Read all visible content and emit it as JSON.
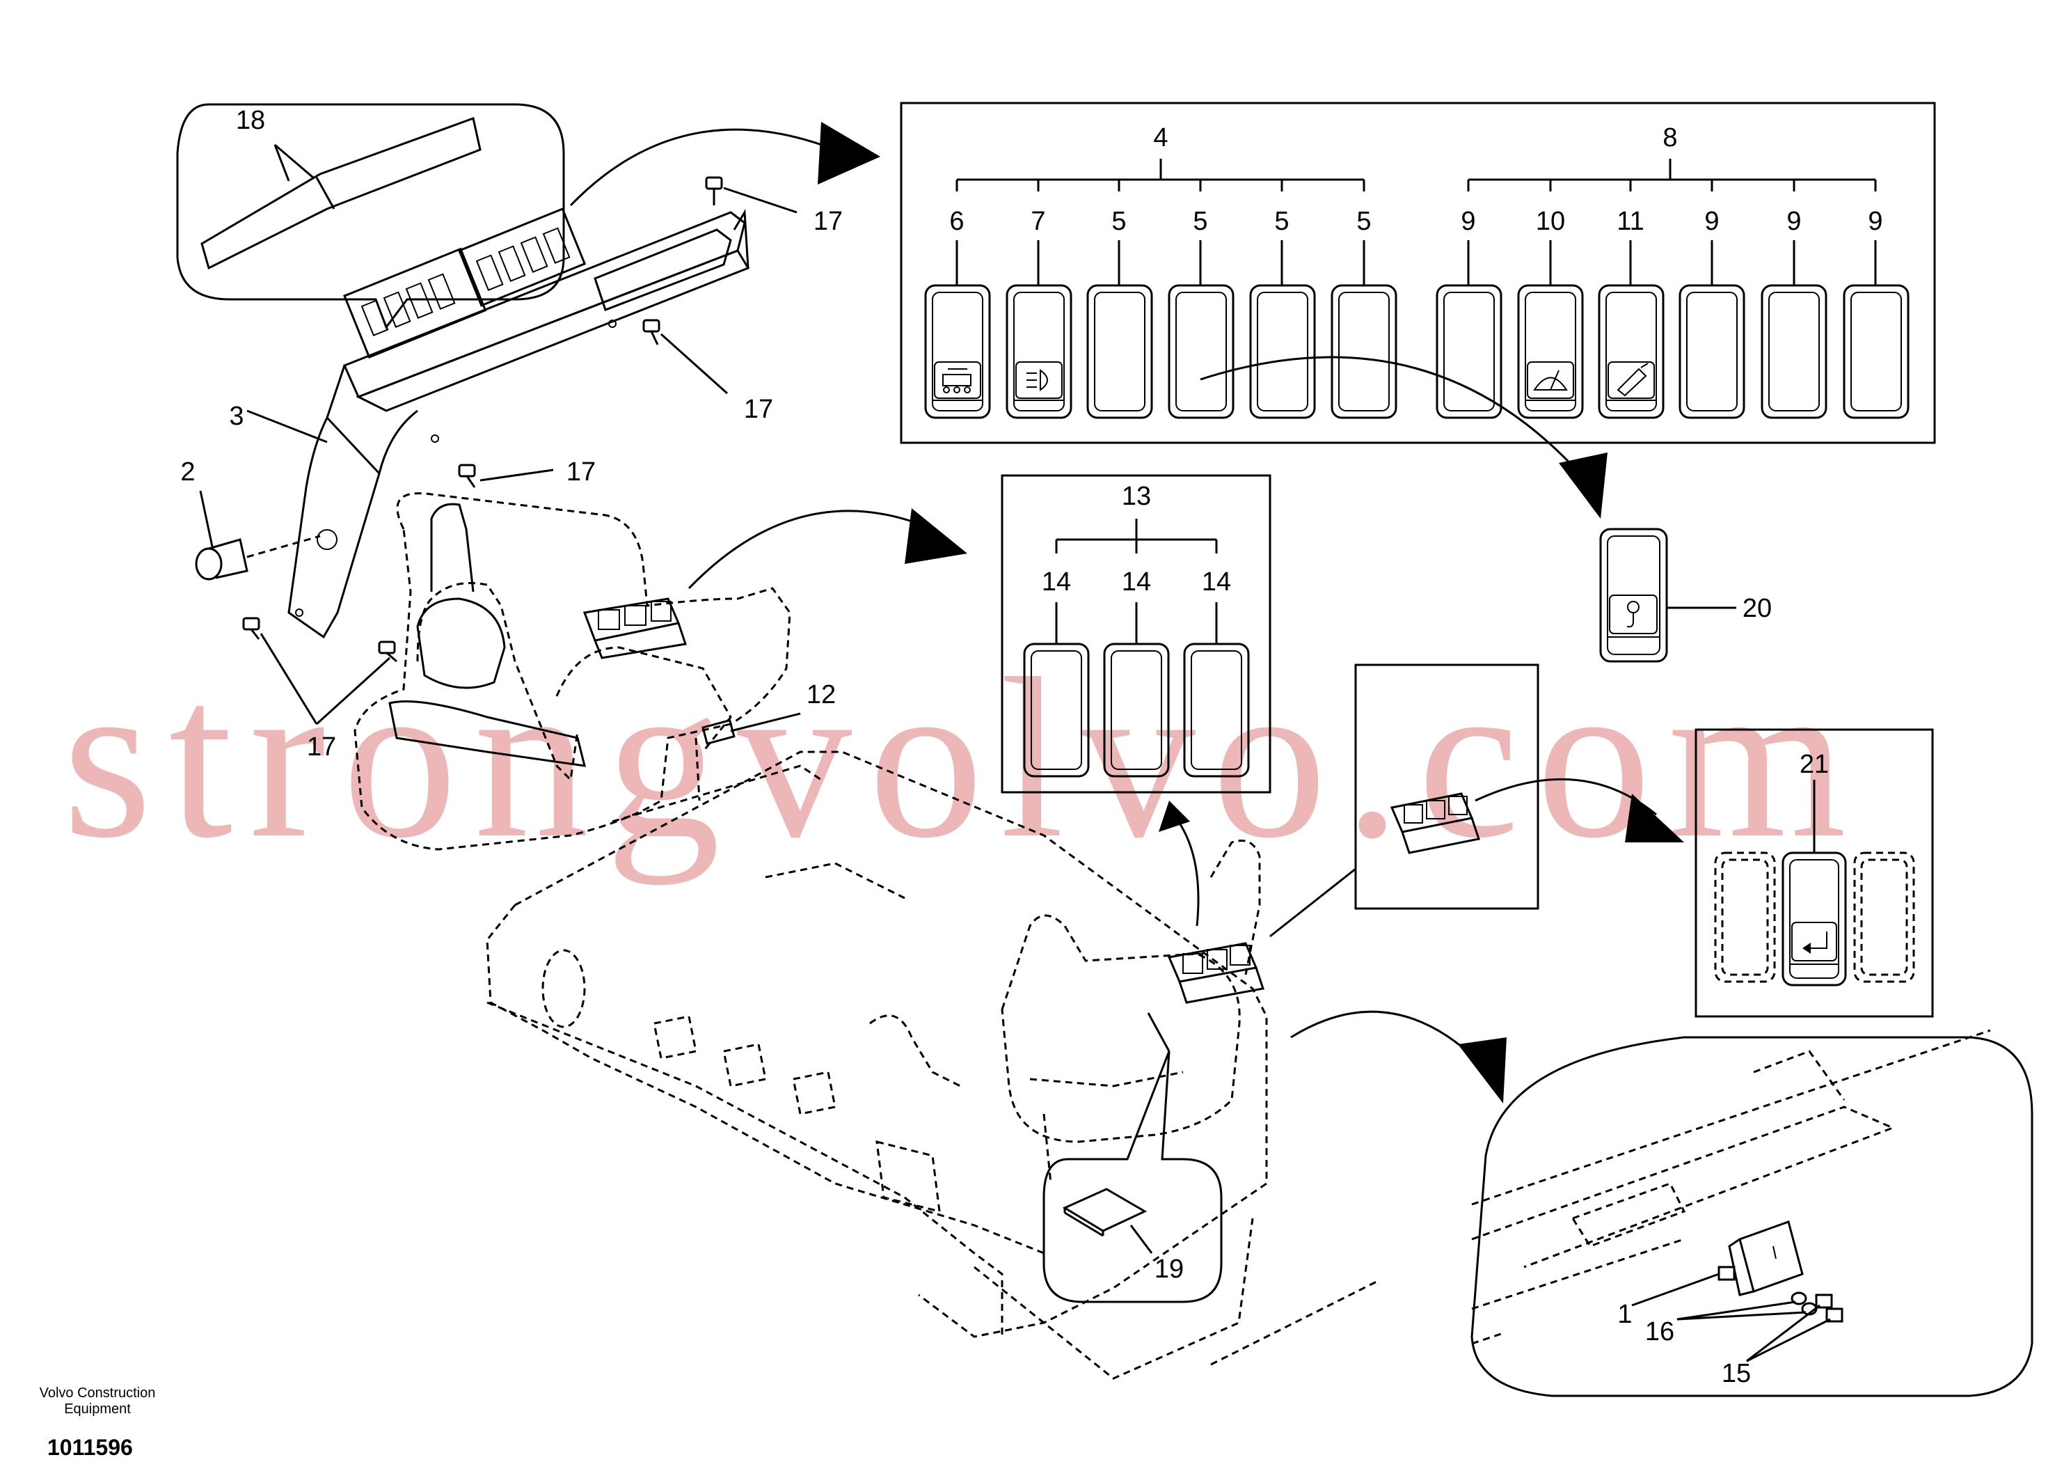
{
  "labels": {
    "n1": "1",
    "n2": "2",
    "n3": "3",
    "n4": "4",
    "n5a": "5",
    "n5b": "5",
    "n5c": "5",
    "n5d": "5",
    "n6": "6",
    "n7": "7",
    "n8": "8",
    "n9a": "9",
    "n9b": "9",
    "n9c": "9",
    "n9d": "9",
    "n10": "10",
    "n11": "11",
    "n12": "12",
    "n13": "13",
    "n14a": "14",
    "n14b": "14",
    "n14c": "14",
    "n15": "15",
    "n16": "16",
    "n17a": "17",
    "n17b": "17",
    "n17c": "17",
    "n17d": "17",
    "n18": "18",
    "n19": "19",
    "n20": "20",
    "n21": "21"
  },
  "watermark": "strongvolvo.com",
  "footer": {
    "company_line1": "Volvo Construction",
    "company_line2": "Equipment",
    "doc_number": "1011596"
  },
  "icons": [
    "hydraulic-control-icon",
    "work-light-icon",
    "wiper-icon",
    "washer-icon",
    "hook-icon",
    "return-icon"
  ],
  "colors": {
    "line": "#000000",
    "background": "#ffffff",
    "watermark": "#e8a0a0"
  }
}
